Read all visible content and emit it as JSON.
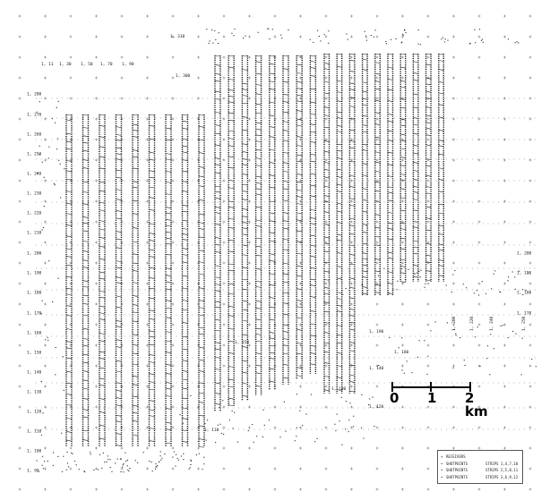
{
  "map": {
    "row_labels_left": [
      "1, 280",
      "1, 270",
      "1, 260",
      "1, 250",
      "1, 240",
      "1, 230",
      "1, 220",
      "1, 210",
      "1, 200",
      "1, 190",
      "1, 180",
      "1, 170",
      "1, 160",
      "1, 150",
      "1, 140",
      "1, 130",
      "1, 120",
      "1, 110",
      "1, 100",
      "1, 90"
    ],
    "row_labels_mid": [
      "1, 310",
      "1, 300"
    ],
    "row_labels_right": [
      "1, 200",
      "1, 190",
      "1, 180",
      "1, 170"
    ],
    "col_labels_top": [
      "1, 11",
      "1, 30",
      "1, 50",
      "1, 70",
      "1, 90"
    ],
    "inner_labels": [
      "1, 190",
      "1, 180",
      "1, 150",
      "1, 140",
      "1, 130",
      "1, 120",
      "1, 110"
    ],
    "col_labels_lower": [
      "1, 200",
      "1, 220",
      "1, 240",
      "1, 250"
    ]
  },
  "scale": {
    "ticks": [
      "0",
      "1",
      "2 km"
    ]
  },
  "legend": {
    "rows": [
      {
        "symbol": "+",
        "name": "RECEIVERS",
        "strips": ""
      },
      {
        "symbol": "•",
        "name": "SHOTPOINTS",
        "strips": "STRIPS 1,4,7,10"
      },
      {
        "symbol": "•",
        "name": "SHOTPOINTS",
        "strips": "STRIPS 2,5,8,11"
      },
      {
        "symbol": "•",
        "name": "SHOTPOINTS",
        "strips": "STRIPS 3,6,9,12"
      }
    ]
  },
  "colors": {
    "ink": "#111111",
    "paper": "#ffffff",
    "faint": "#555555"
  }
}
